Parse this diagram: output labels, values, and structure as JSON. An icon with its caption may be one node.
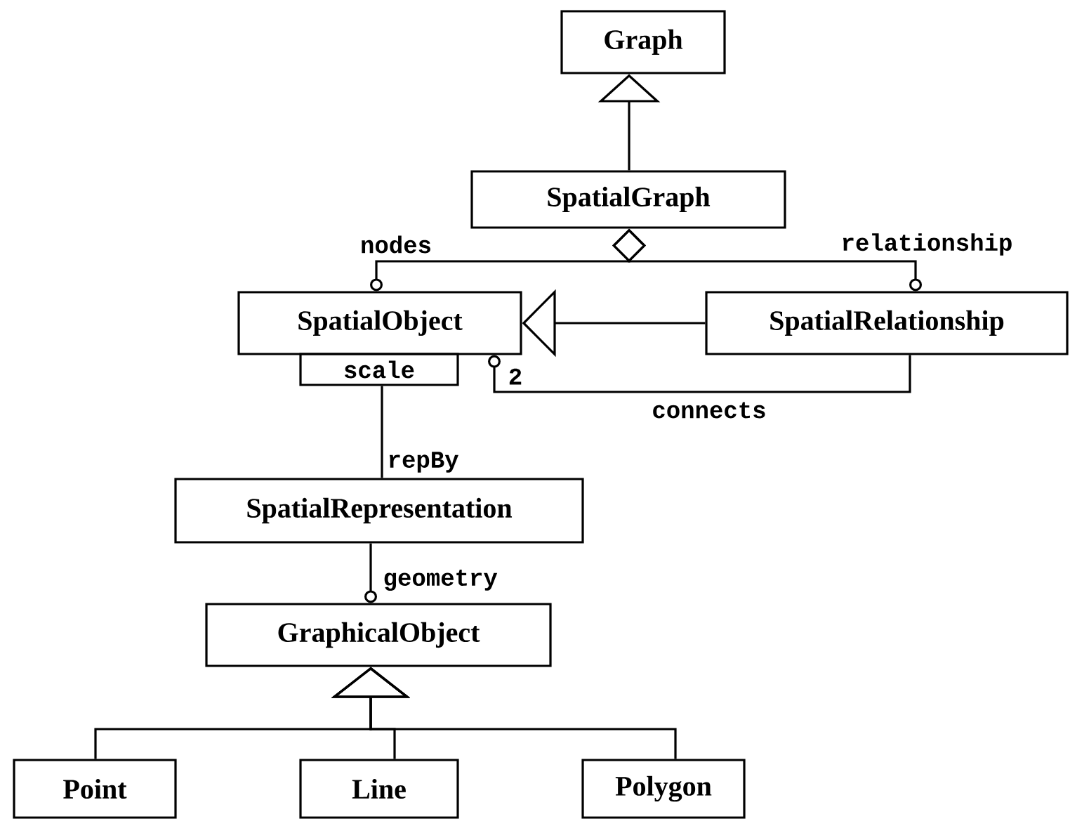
{
  "diagram": {
    "nodes": [
      {
        "text": [
          "Graph"
        ]
      },
      {
        "text": [
          "SpatialGraph"
        ]
      },
      {
        "text": [
          "SpatialObject"
        ]
      },
      {
        "text": [
          "scale"
        ]
      },
      {
        "text": [
          "SpatialRelationship"
        ]
      },
      {
        "text": [
          "SpatialRepresentation"
        ]
      },
      {
        "text": [
          "GraphicalObject"
        ]
      },
      {
        "text": [
          "Point"
        ]
      },
      {
        "text": [
          "Line"
        ]
      },
      {
        "text": [
          "Polygon"
        ]
      }
    ],
    "edges": [
      {
        "from": 1,
        "to": 0,
        "arrow": "to"
      },
      {
        "from": 1,
        "to": 2,
        "arrow": "other",
        "label": "nodes"
      },
      {
        "from": 1,
        "to": 4,
        "arrow": "other",
        "label": "relationship"
      },
      {
        "from": 4,
        "to": 2,
        "arrow": "to"
      },
      {
        "from": 4,
        "to": 2,
        "arrow": "other",
        "label": "connects"
      },
      {
        "from": 3,
        "to": 5,
        "arrow": "none",
        "label": "repBy"
      },
      {
        "from": 5,
        "to": 6,
        "arrow": "other",
        "label": "geometry"
      },
      {
        "from": 7,
        "to": 6,
        "arrow": "to"
      },
      {
        "from": 8,
        "to": 6,
        "arrow": "to"
      },
      {
        "from": 9,
        "to": 6,
        "arrow": "to"
      }
    ],
    "labels": [
      "2"
    ]
  }
}
